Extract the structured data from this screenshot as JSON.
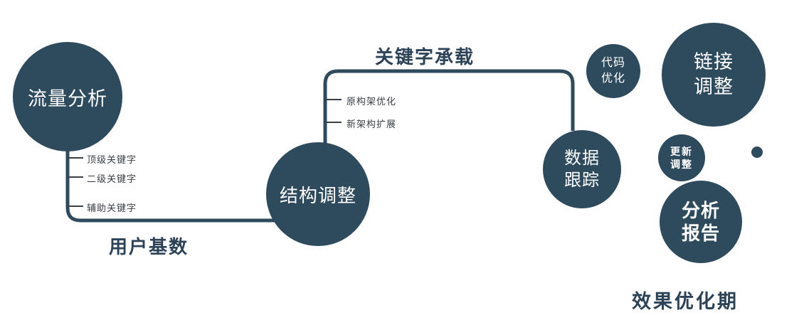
{
  "colors": {
    "primary": "#2e4a5d",
    "tick": "#3a3f45",
    "heading": "#2c4257"
  },
  "nodes": {
    "traffic_analysis": {
      "label": "流量分析"
    },
    "structure_adjustment": {
      "label": "结构调整"
    },
    "data_tracking": {
      "lines": [
        "数据",
        "跟踪"
      ]
    },
    "code_optimization": {
      "lines": [
        "代码",
        "优化"
      ]
    },
    "link_adjustment": {
      "lines": [
        "链接",
        "调整"
      ]
    },
    "update_adjustment": {
      "lines": [
        "更新",
        "调整"
      ]
    },
    "analysis_report": {
      "lines": [
        "分析",
        "报告"
      ]
    }
  },
  "edge_labels": {
    "user_base": "用户基数",
    "keyword_carrying": "关键字承载"
  },
  "branch_labels": {
    "traffic": [
      "顶级关键字",
      "二级关键字",
      "辅助关键字"
    ],
    "structure": [
      "原构架优化",
      "新架构扩展"
    ]
  },
  "caption": "效果优化期"
}
